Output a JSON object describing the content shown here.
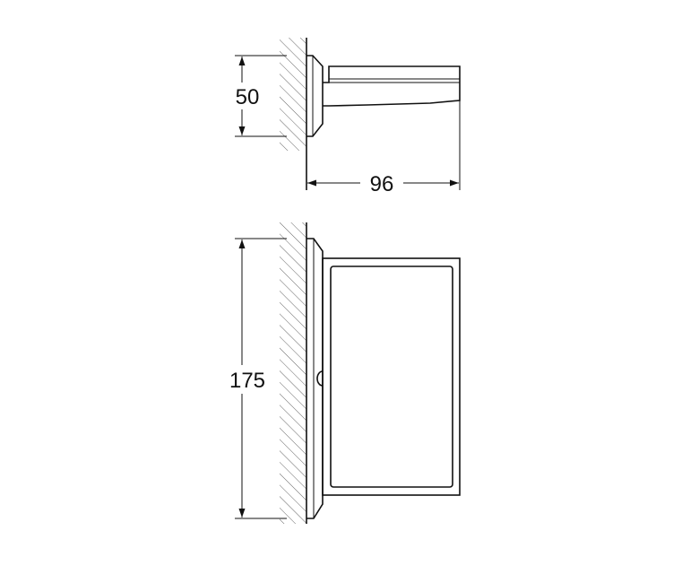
{
  "dimensions": {
    "top_height": "50",
    "top_depth": "96",
    "front_height": "175"
  },
  "colors": {
    "line": "#111111",
    "hatch": "#555555",
    "background": "#ffffff"
  }
}
